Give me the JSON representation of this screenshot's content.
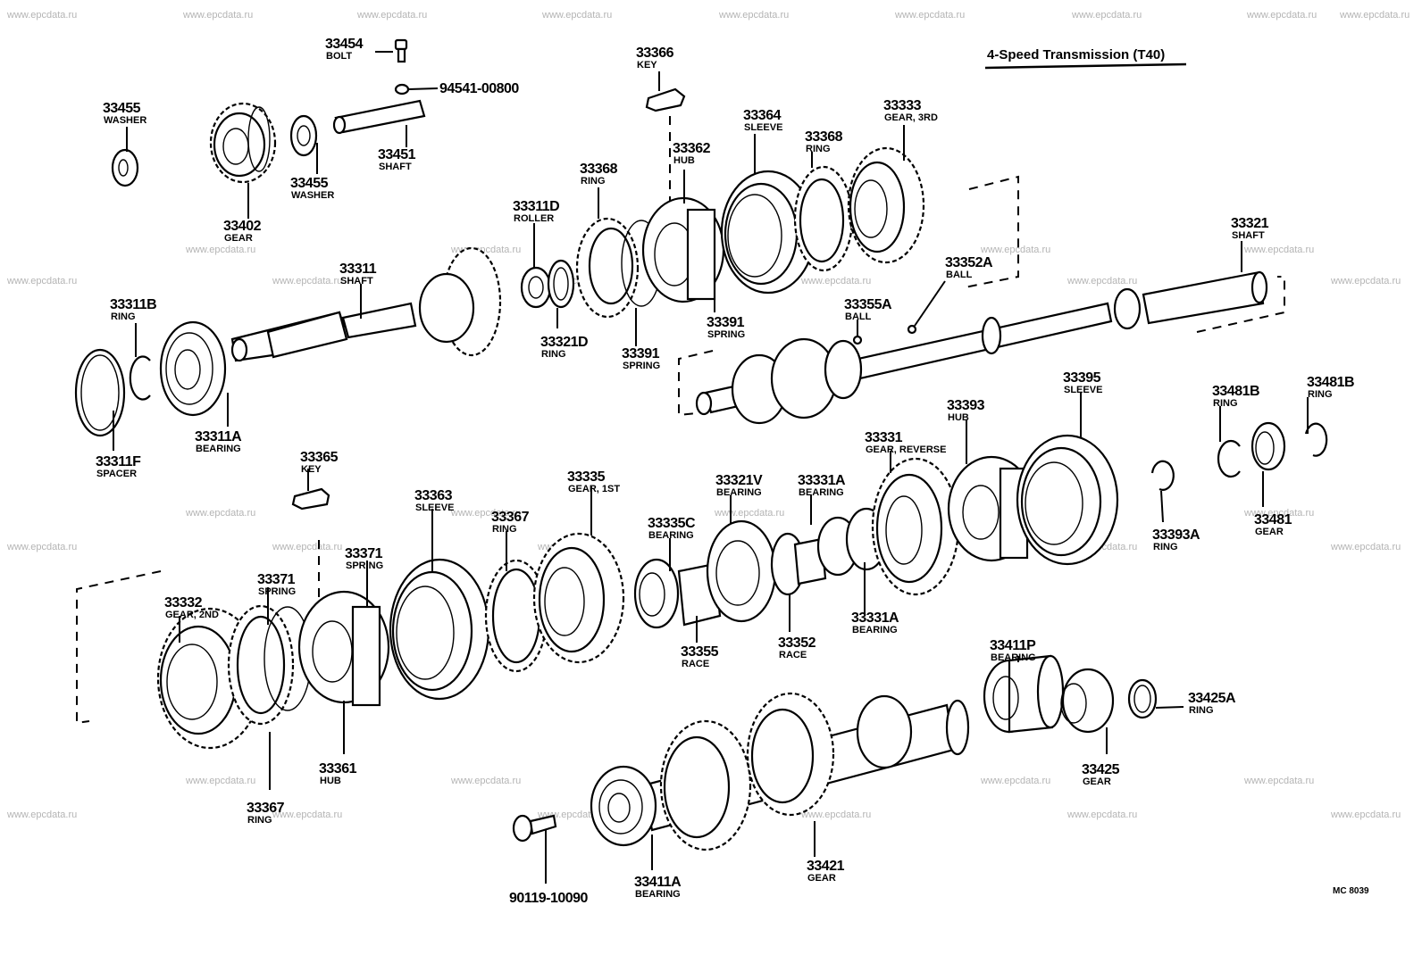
{
  "title": "4-Speed Transmission (T40)",
  "drawing_code": "MC 8039",
  "watermark": "www.epcdata.ru",
  "parts": [
    {
      "id": "p33454",
      "number": "33454",
      "desc": "BOLT"
    },
    {
      "id": "p94541",
      "number": "94541-00800",
      "desc": ""
    },
    {
      "id": "p33455a",
      "number": "33455",
      "desc": "WASHER"
    },
    {
      "id": "p33455b",
      "number": "33455",
      "desc": "WASHER"
    },
    {
      "id": "p33451",
      "number": "33451",
      "desc": "SHAFT"
    },
    {
      "id": "p33402",
      "number": "33402",
      "desc": "GEAR"
    },
    {
      "id": "p33366",
      "number": "33366",
      "desc": "KEY"
    },
    {
      "id": "p33364",
      "number": "33364",
      "desc": "SLEEVE"
    },
    {
      "id": "p33368a",
      "number": "33368",
      "desc": "RING"
    },
    {
      "id": "p33333",
      "number": "33333",
      "desc": "GEAR, 3RD"
    },
    {
      "id": "p33362",
      "number": "33362",
      "desc": "HUB"
    },
    {
      "id": "p33368b",
      "number": "33368",
      "desc": "RING"
    },
    {
      "id": "p33311D",
      "number": "33311D",
      "desc": "ROLLER"
    },
    {
      "id": "p33311",
      "number": "33311",
      "desc": "SHAFT"
    },
    {
      "id": "p33311B",
      "number": "33311B",
      "desc": "RING"
    },
    {
      "id": "p33321D",
      "number": "33321D",
      "desc": "RING"
    },
    {
      "id": "p33391a",
      "number": "33391",
      "desc": "SPRING"
    },
    {
      "id": "p33391b",
      "number": "33391",
      "desc": "SPRING"
    },
    {
      "id": "p33355A",
      "number": "33355A",
      "desc": "BALL"
    },
    {
      "id": "p33352A",
      "number": "33352A",
      "desc": "BALL"
    },
    {
      "id": "p33321",
      "number": "33321",
      "desc": "SHAFT"
    },
    {
      "id": "p33311A",
      "number": "33311A",
      "desc": "BEARING"
    },
    {
      "id": "p33311F",
      "number": "33311F",
      "desc": "SPACER"
    },
    {
      "id": "p33365",
      "number": "33365",
      "desc": "KEY"
    },
    {
      "id": "p33395",
      "number": "33395",
      "desc": "SLEEVE"
    },
    {
      "id": "p33393",
      "number": "33393",
      "desc": "HUB"
    },
    {
      "id": "p33331",
      "number": "33331",
      "desc": "GEAR, REVERSE"
    },
    {
      "id": "p33481Ba",
      "number": "33481B",
      "desc": "RING"
    },
    {
      "id": "p33481Bb",
      "number": "33481B",
      "desc": "RING"
    },
    {
      "id": "p33481",
      "number": "33481",
      "desc": "GEAR"
    },
    {
      "id": "p33393A",
      "number": "33393A",
      "desc": "RING"
    },
    {
      "id": "p33335",
      "number": "33335",
      "desc": "GEAR, 1ST"
    },
    {
      "id": "p33363",
      "number": "33363",
      "desc": "SLEEVE"
    },
    {
      "id": "p33367a",
      "number": "33367",
      "desc": "RING"
    },
    {
      "id": "p33321V",
      "number": "33321V",
      "desc": "BEARING"
    },
    {
      "id": "p33331Aa",
      "number": "33331A",
      "desc": "BEARING"
    },
    {
      "id": "p33335C",
      "number": "33335C",
      "desc": "BEARING"
    },
    {
      "id": "p33371a",
      "number": "33371",
      "desc": "SPRING"
    },
    {
      "id": "p33371b",
      "number": "33371",
      "desc": "SPRING"
    },
    {
      "id": "p33332",
      "number": "33332",
      "desc": "GEAR, 2ND"
    },
    {
      "id": "p33331Ab",
      "number": "33331A",
      "desc": "BEARING"
    },
    {
      "id": "p33355",
      "number": "33355",
      "desc": "RACE"
    },
    {
      "id": "p33352",
      "number": "33352",
      "desc": "RACE"
    },
    {
      "id": "p33411P",
      "number": "33411P",
      "desc": "BEARING"
    },
    {
      "id": "p33425A",
      "number": "33425A",
      "desc": "RING"
    },
    {
      "id": "p33361",
      "number": "33361",
      "desc": "HUB"
    },
    {
      "id": "p33367b",
      "number": "33367",
      "desc": "RING"
    },
    {
      "id": "p33425",
      "number": "33425",
      "desc": "GEAR"
    },
    {
      "id": "p33421",
      "number": "33421",
      "desc": "GEAR"
    },
    {
      "id": "p33411A",
      "number": "33411A",
      "desc": "BEARING"
    },
    {
      "id": "p90119",
      "number": "90119-10090",
      "desc": ""
    }
  ]
}
